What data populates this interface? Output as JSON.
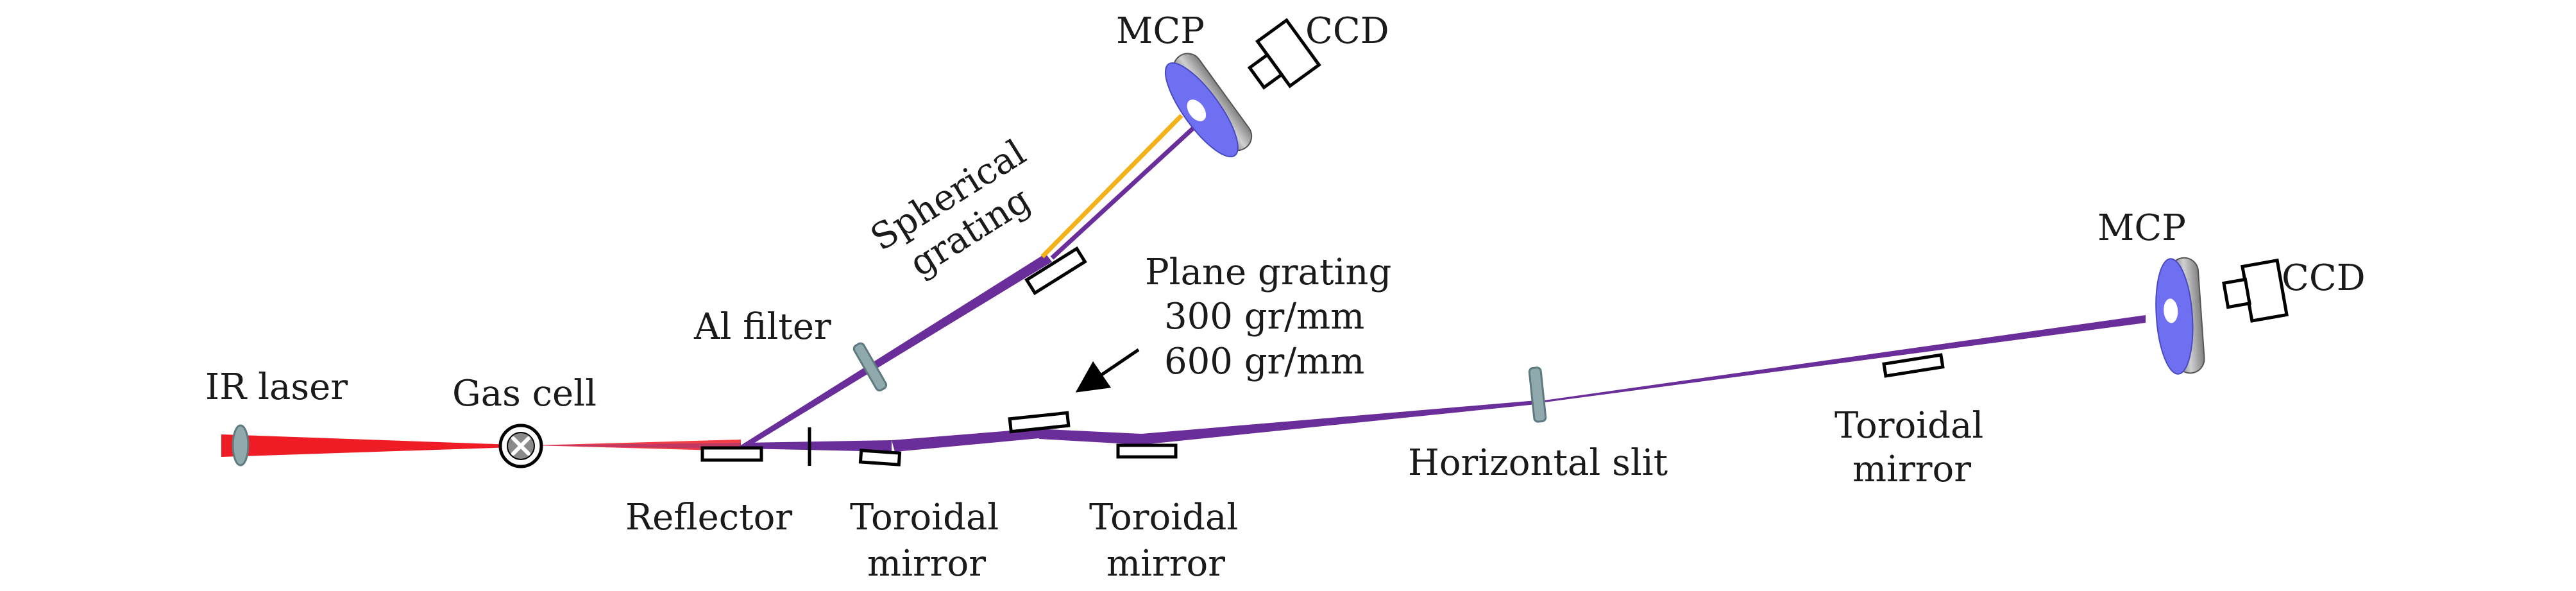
{
  "labels": {
    "ir_laser": "IR laser",
    "gas_cell": "Gas cell",
    "reflector": "Reflector",
    "toroidal_mirror_1_l1": "Toroidal",
    "toroidal_mirror_1_l2": "mirror",
    "toroidal_mirror_2_l1": "Toroidal",
    "toroidal_mirror_2_l2": "mirror",
    "toroidal_mirror_3_l1": "Toroidal",
    "toroidal_mirror_3_l2": "mirror",
    "al_filter": "Al filter",
    "spherical_grating_l1": "Spherical",
    "spherical_grating_l2": "grating",
    "mcp_top": "MCP",
    "ccd_top": "CCD",
    "plane_grating": "Plane grating",
    "grating_300": "300 gr/mm",
    "grating_600": "600 gr/mm",
    "horizontal_slit": "Horizontal slit",
    "mcp_right": "MCP",
    "ccd_right": "CCD"
  },
  "colors": {
    "ir_beam": "#ee1c24",
    "xuv_beam": "#6a2e9a",
    "harmonic_line": "#f3b21a",
    "optic_teal": "#8fa9ad",
    "mcp_face": "#6f6ff2",
    "mcp_rim": "#9a9a9a",
    "outline": "#000000"
  }
}
